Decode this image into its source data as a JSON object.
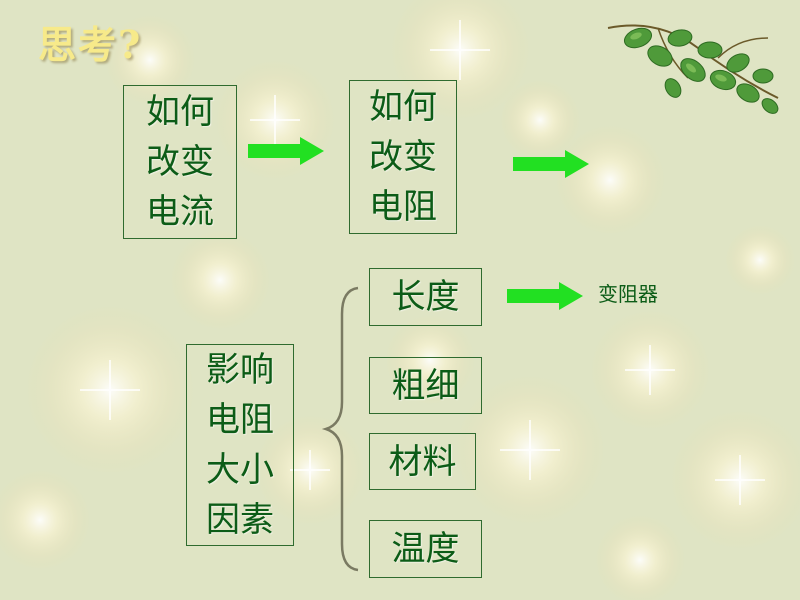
{
  "title": "思考?",
  "nodes": {
    "current": {
      "lines": [
        "如何",
        "改变",
        "电流"
      ]
    },
    "resistance": {
      "lines": [
        "如何",
        "改变",
        "电阻"
      ]
    },
    "factors": {
      "lines": [
        "影响",
        "电阻",
        "大小",
        "因素"
      ]
    },
    "length": "长度",
    "thickness": "粗细",
    "material": "材料",
    "temperature": "温度"
  },
  "result_label": "变阻器",
  "colors": {
    "arrow": "#22e022",
    "text": "#0c5c17",
    "border": "#2f6b2f",
    "title": "#f7ea8a",
    "background": "#dfe4c4"
  },
  "icons": {
    "decoration": "ivy-leaves-icon"
  }
}
